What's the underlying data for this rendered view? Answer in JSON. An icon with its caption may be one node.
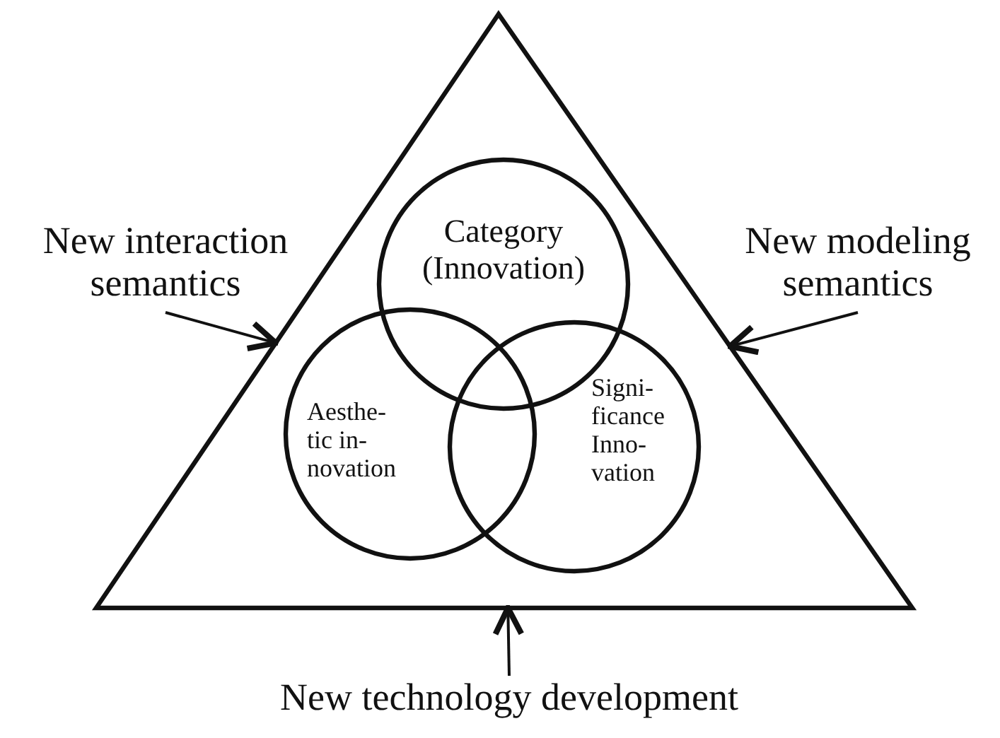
{
  "diagram": {
    "nodes": [
      {
        "text": [],
        "shape": "triangle"
      },
      {
        "text": [
          "Category (Innovation)"
        ],
        "in": 0
      },
      {
        "text": [
          "Aesthe- tic in- novation"
        ],
        "in": 0
      },
      {
        "text": [
          "Signi- ficance Inno- vation"
        ],
        "in": 0
      },
      {
        "text": [
          "New interaction semantics"
        ]
      },
      {
        "text": [
          "New modeling semantics"
        ]
      },
      {
        "text": [
          "New technology development"
        ]
      }
    ],
    "edges": [
      {
        "from": 4,
        "to": 0,
        "arrow": "to"
      },
      {
        "from": 5,
        "to": 0,
        "arrow": "to"
      },
      {
        "from": 6,
        "to": 0,
        "arrow": "to"
      }
    ]
  }
}
